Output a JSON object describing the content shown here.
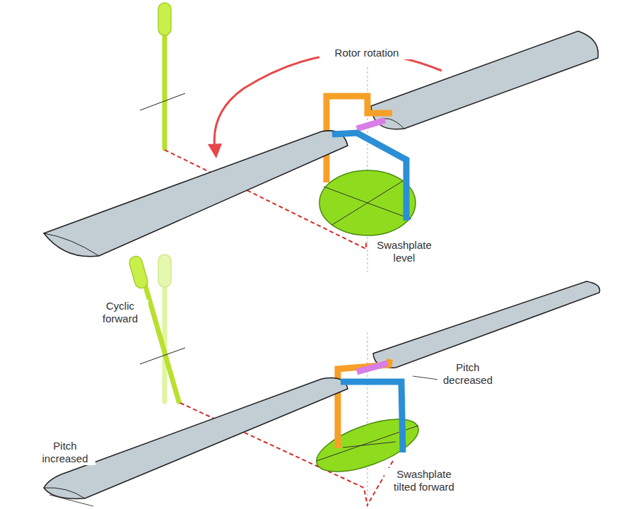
{
  "diagram": {
    "labels": [
      "Rotor rotation",
      "Swashplate level",
      "Cyclic forward",
      "Pitch decreased",
      "Pitch increased",
      "Swashplate tilted forward"
    ]
  }
}
